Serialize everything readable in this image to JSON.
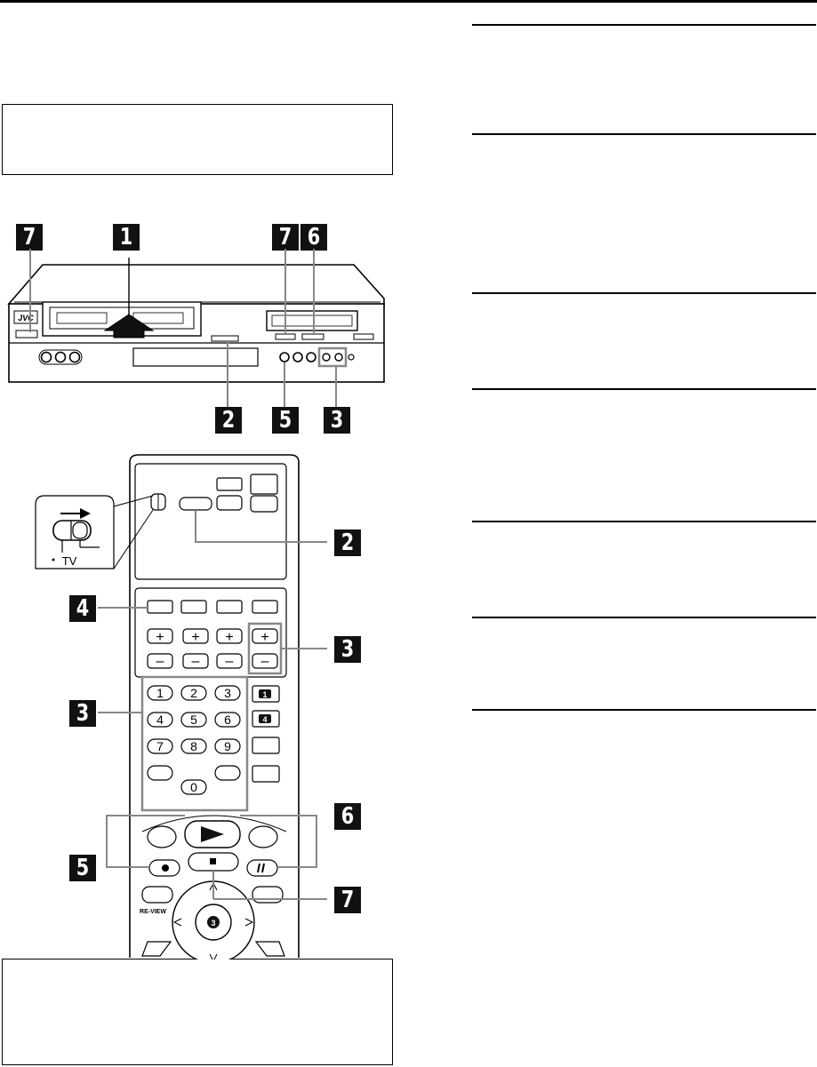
{
  "vcr": {
    "brand": "JVC",
    "callouts_top": [
      "7",
      "1",
      "7",
      "6"
    ],
    "callouts_bottom": [
      "2",
      "5",
      "3"
    ]
  },
  "remote": {
    "switch_label": "TV",
    "number_keys": [
      "1",
      "2",
      "3",
      "4",
      "5",
      "6",
      "7",
      "8",
      "9",
      "0"
    ],
    "side_keys": [
      "1",
      "4"
    ],
    "plus": "+",
    "minus": "–",
    "review_label": "RE-VIEW",
    "ok_key": "3",
    "callouts": [
      "2",
      "4",
      "3",
      "3",
      "6",
      "5",
      "7"
    ]
  }
}
